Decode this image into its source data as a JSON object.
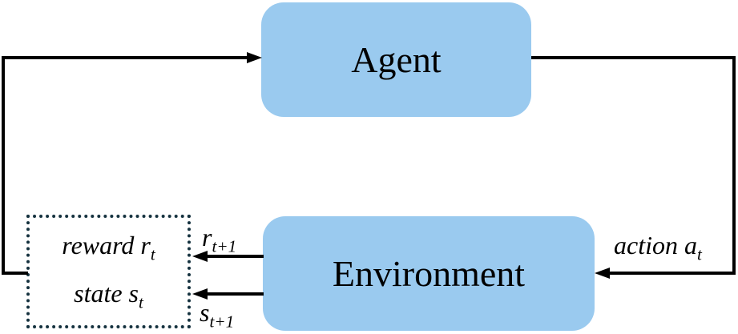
{
  "nodes": {
    "agent": {
      "label": "Agent"
    },
    "environment": {
      "label": "Environment"
    }
  },
  "signals": {
    "reward": {
      "text": "reward r",
      "sub": "t"
    },
    "state": {
      "text": "state s",
      "sub": "t"
    },
    "action": {
      "text": "action a",
      "sub": "t"
    },
    "reward_next": {
      "text": "r",
      "sub": "t+1"
    },
    "state_next": {
      "text": "s",
      "sub": "t+1"
    }
  },
  "colors": {
    "node_fill": "#9acaef",
    "line": "#000000",
    "dotted_box_border": "#15323f"
  }
}
